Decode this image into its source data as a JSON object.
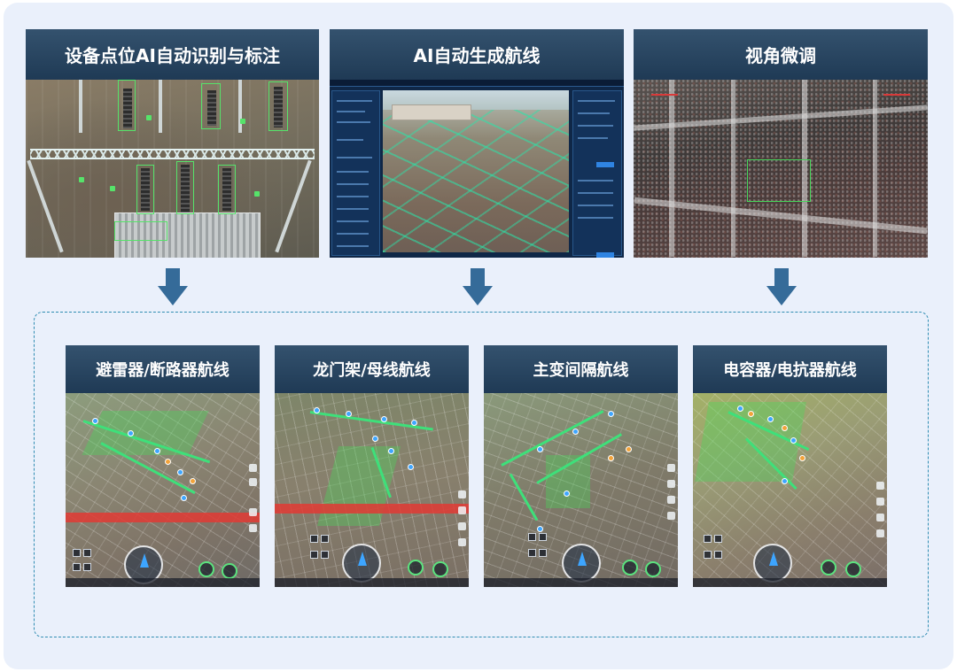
{
  "top_panels": [
    {
      "title": "设备点位AI自动识别与标注"
    },
    {
      "title": "AI自动生成航线"
    },
    {
      "title": "视角微调"
    }
  ],
  "bottom_panels": [
    {
      "title": "避雷器/断路器航线"
    },
    {
      "title": "龙门架/母线航线"
    },
    {
      "title": "主变间隔航线"
    },
    {
      "title": "电容器/电抗器航线"
    }
  ],
  "colors": {
    "header": "#1f3a55",
    "arrow": "#356b99",
    "dashed_border": "#2f8cb2",
    "background": "#eaf0fb",
    "route": "#3ee07a"
  },
  "icons": [
    "down-arrow-icon",
    "compass-icon",
    "waypoint-icon"
  ]
}
